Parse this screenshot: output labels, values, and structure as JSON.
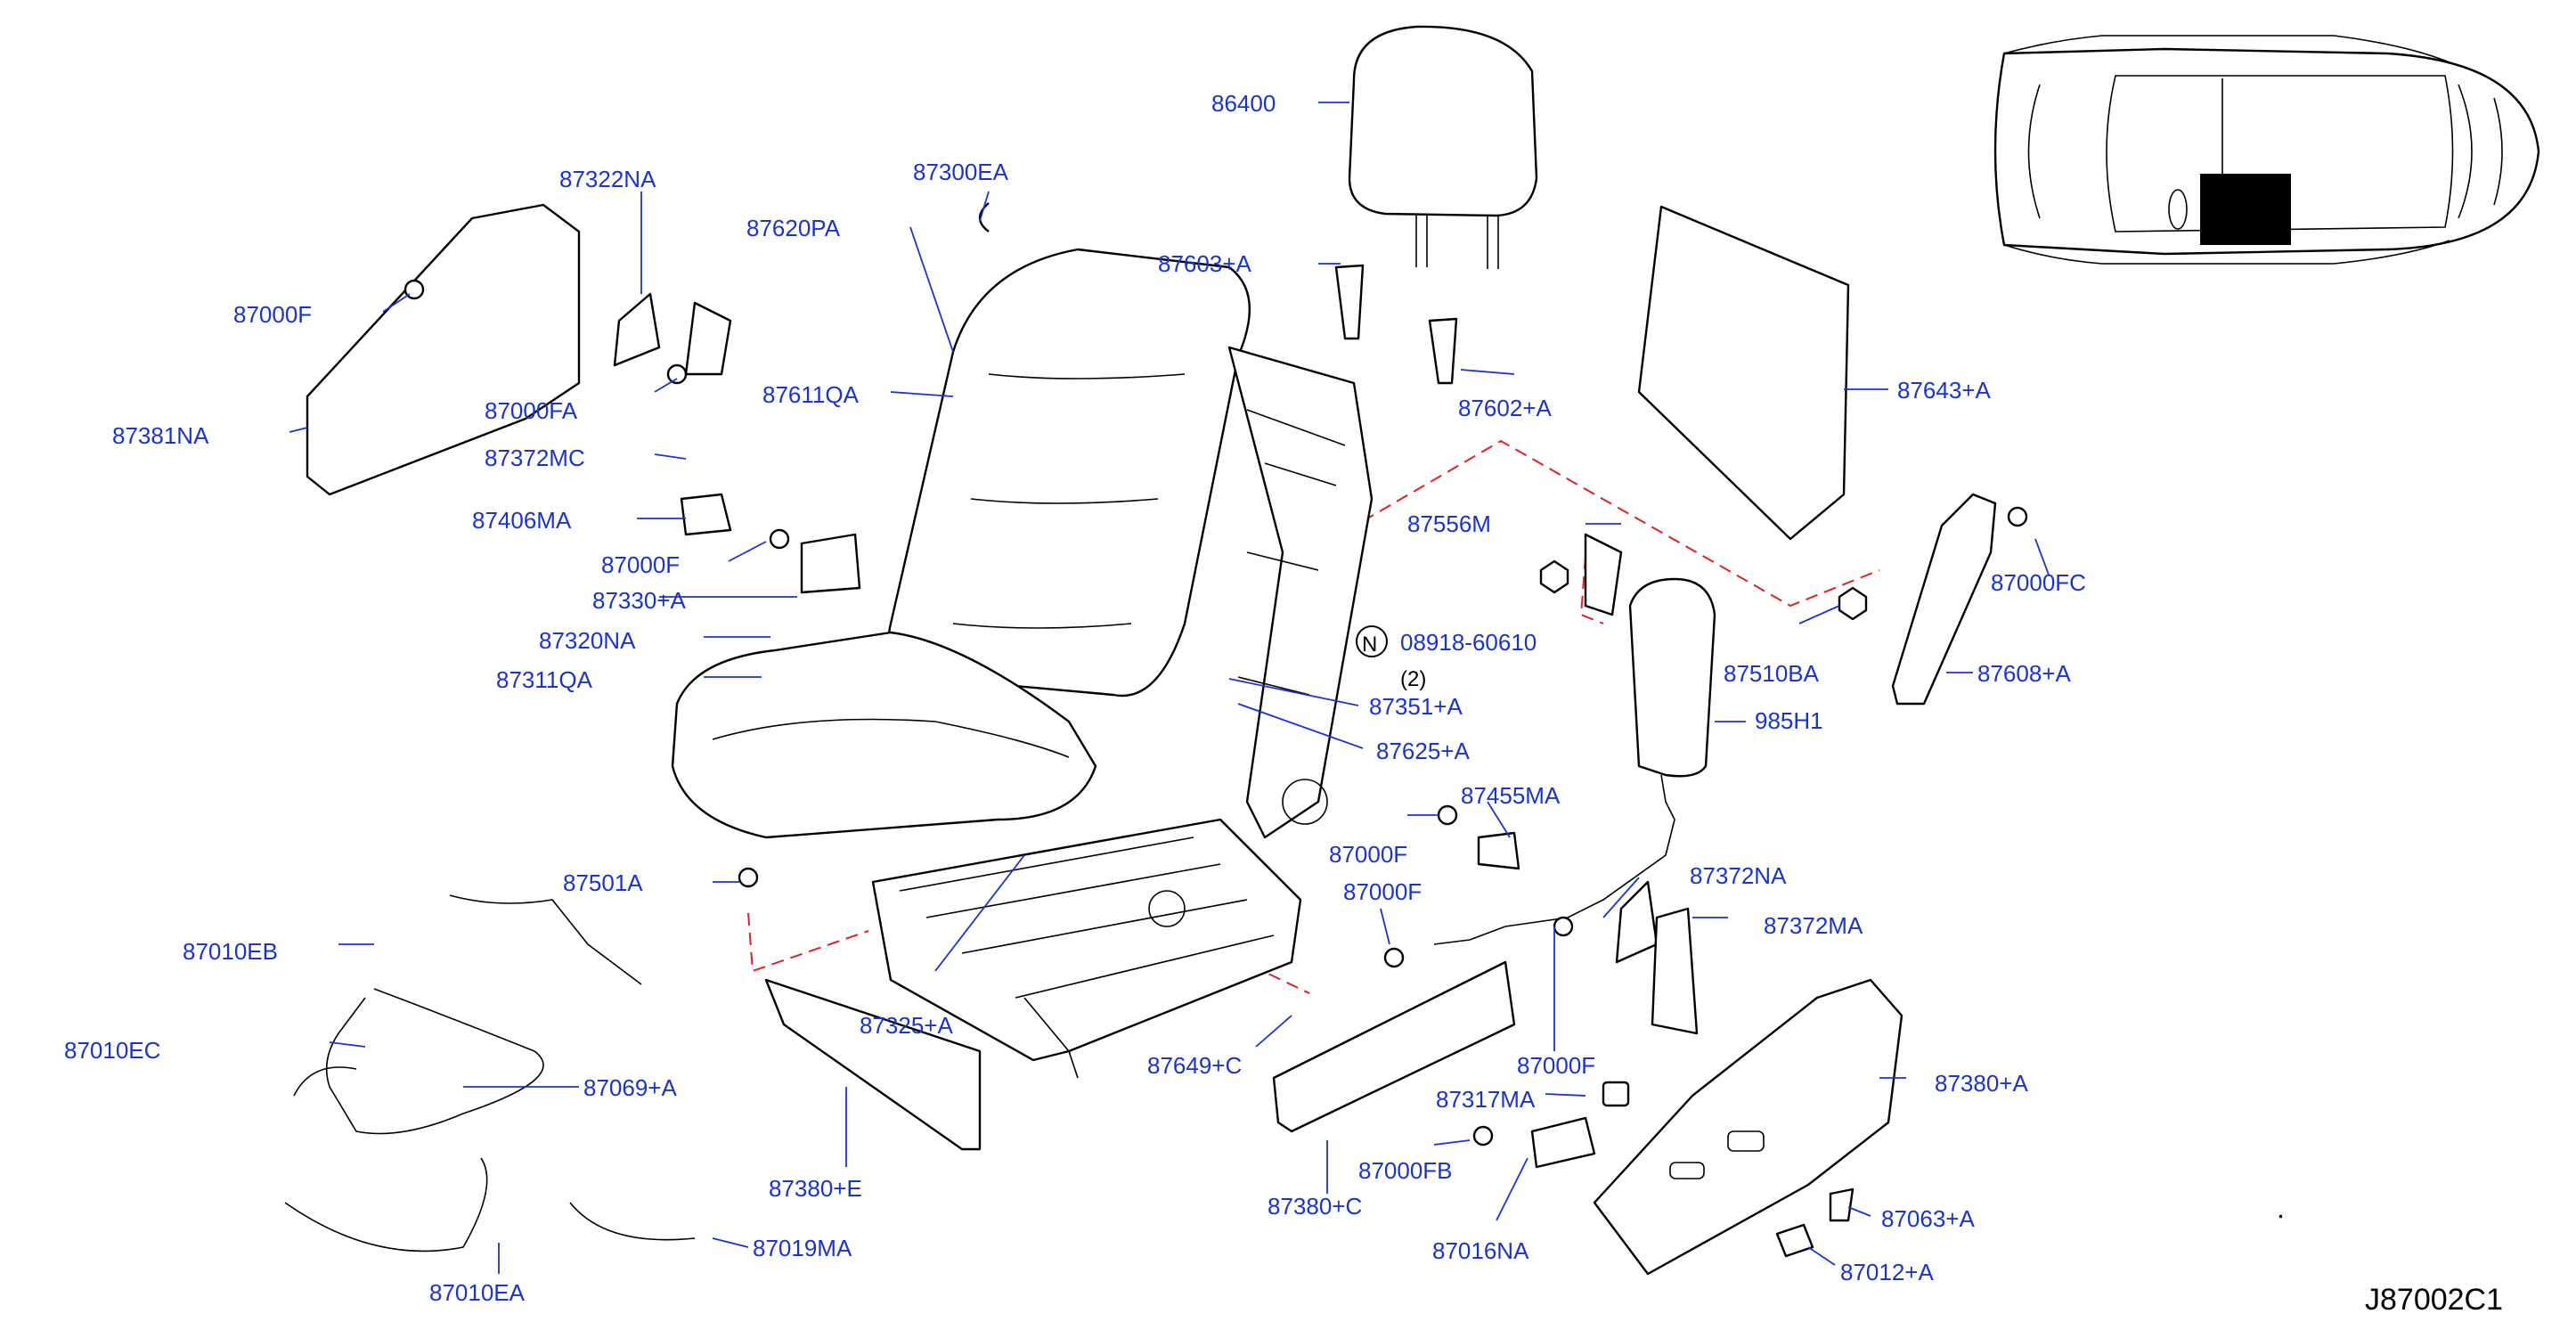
{
  "diagram_code": "J87002C1",
  "nut_symbol": "N",
  "nut_part": "08918-60610",
  "nut_qty": "(2)",
  "colors": {
    "callout": "#1a34c8",
    "leader_dash": "#e02020",
    "line": "#000000"
  },
  "callouts": [
    "86400",
    "87300EA",
    "87322NA",
    "87620PA",
    "87603+A",
    "87000F",
    "87602+A",
    "87643+A",
    "87611QA",
    "87000FA",
    "87381NA",
    "87372MC",
    "87406MA",
    "87556M",
    "87000F",
    "87000FC",
    "87330+A",
    "87320NA",
    "08918-60610",
    "87311QA",
    "87510BA",
    "87608+A",
    "87351+A",
    "985H1",
    "87625+A",
    "87455MA",
    "87000F",
    "87501A",
    "87372NA",
    "87000F",
    "87372MA",
    "87010EB",
    "87325+A",
    "87010EC",
    "87649+C",
    "87000F",
    "87380+A",
    "87069+A",
    "87317MA",
    "87380+E",
    "87000FB",
    "87380+C",
    "87063+A",
    "87019MA",
    "87016NA",
    "87012+A",
    "87010EA"
  ]
}
